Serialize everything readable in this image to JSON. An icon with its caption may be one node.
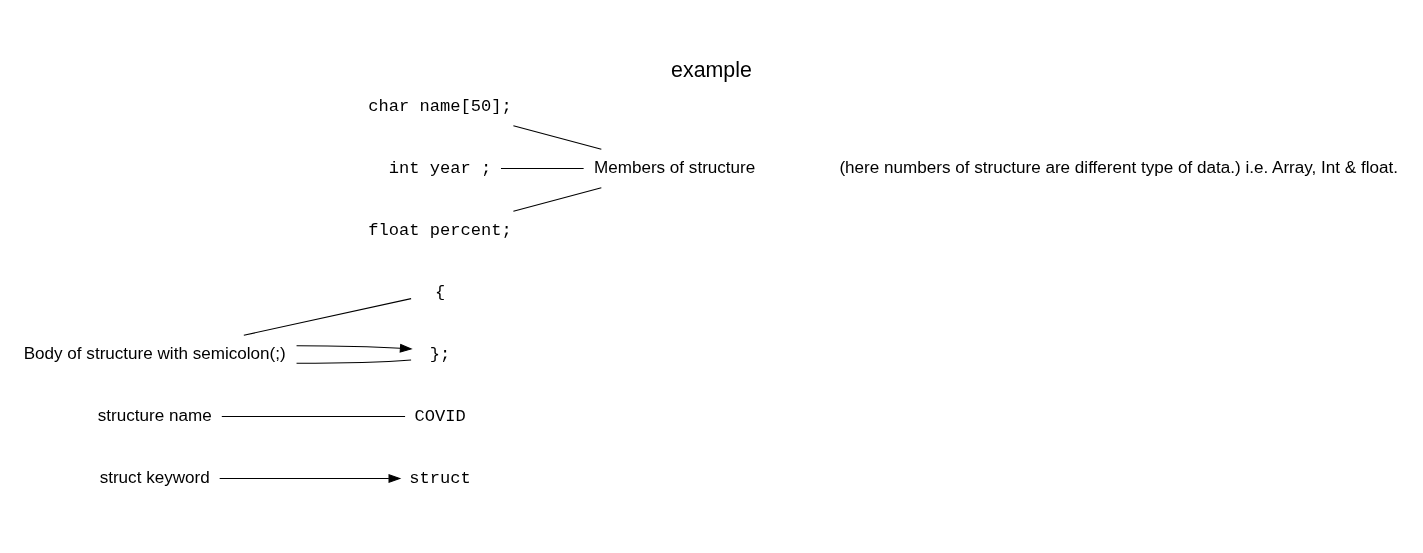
{
  "diagram": {
    "title": "example",
    "nodes": [
      {
        "text": [
          "struct keyword"
        ]
      },
      {
        "text": [
          "struct"
        ]
      },
      {
        "text": [
          "COVID"
        ]
      },
      {
        "text": [
          "structure name"
        ]
      },
      {
        "text": [
          "{"
        ]
      },
      {
        "text": [
          "char name[50];"
        ]
      },
      {
        "text": [
          "int year ;"
        ]
      },
      {
        "text": [
          "float percent;"
        ]
      },
      {
        "text": [
          "Members of structure"
        ]
      },
      {
        "text": [
          "Body of structure with semicolon(;)"
        ]
      },
      {
        "text": [
          "};"
        ]
      }
    ],
    "edges": [
      {
        "from": 0,
        "to": 1,
        "arrow": "to"
      },
      {
        "from": 3,
        "to": 2,
        "arrow": "none"
      },
      {
        "from": 9,
        "to": 4,
        "arrow": "none"
      },
      {
        "from": 9,
        "to": 10,
        "arrow": "none"
      },
      {
        "from": 9,
        "to": 10,
        "arrow": "to"
      },
      {
        "from": 5,
        "to": 8,
        "arrow": "none"
      },
      {
        "from": 6,
        "to": 8,
        "arrow": "none"
      },
      {
        "from": 7,
        "to": 8,
        "arrow": "none"
      }
    ],
    "labels": [
      "(here numbers of structure are different type of data.) i.e. Array, Int & float."
    ]
  }
}
